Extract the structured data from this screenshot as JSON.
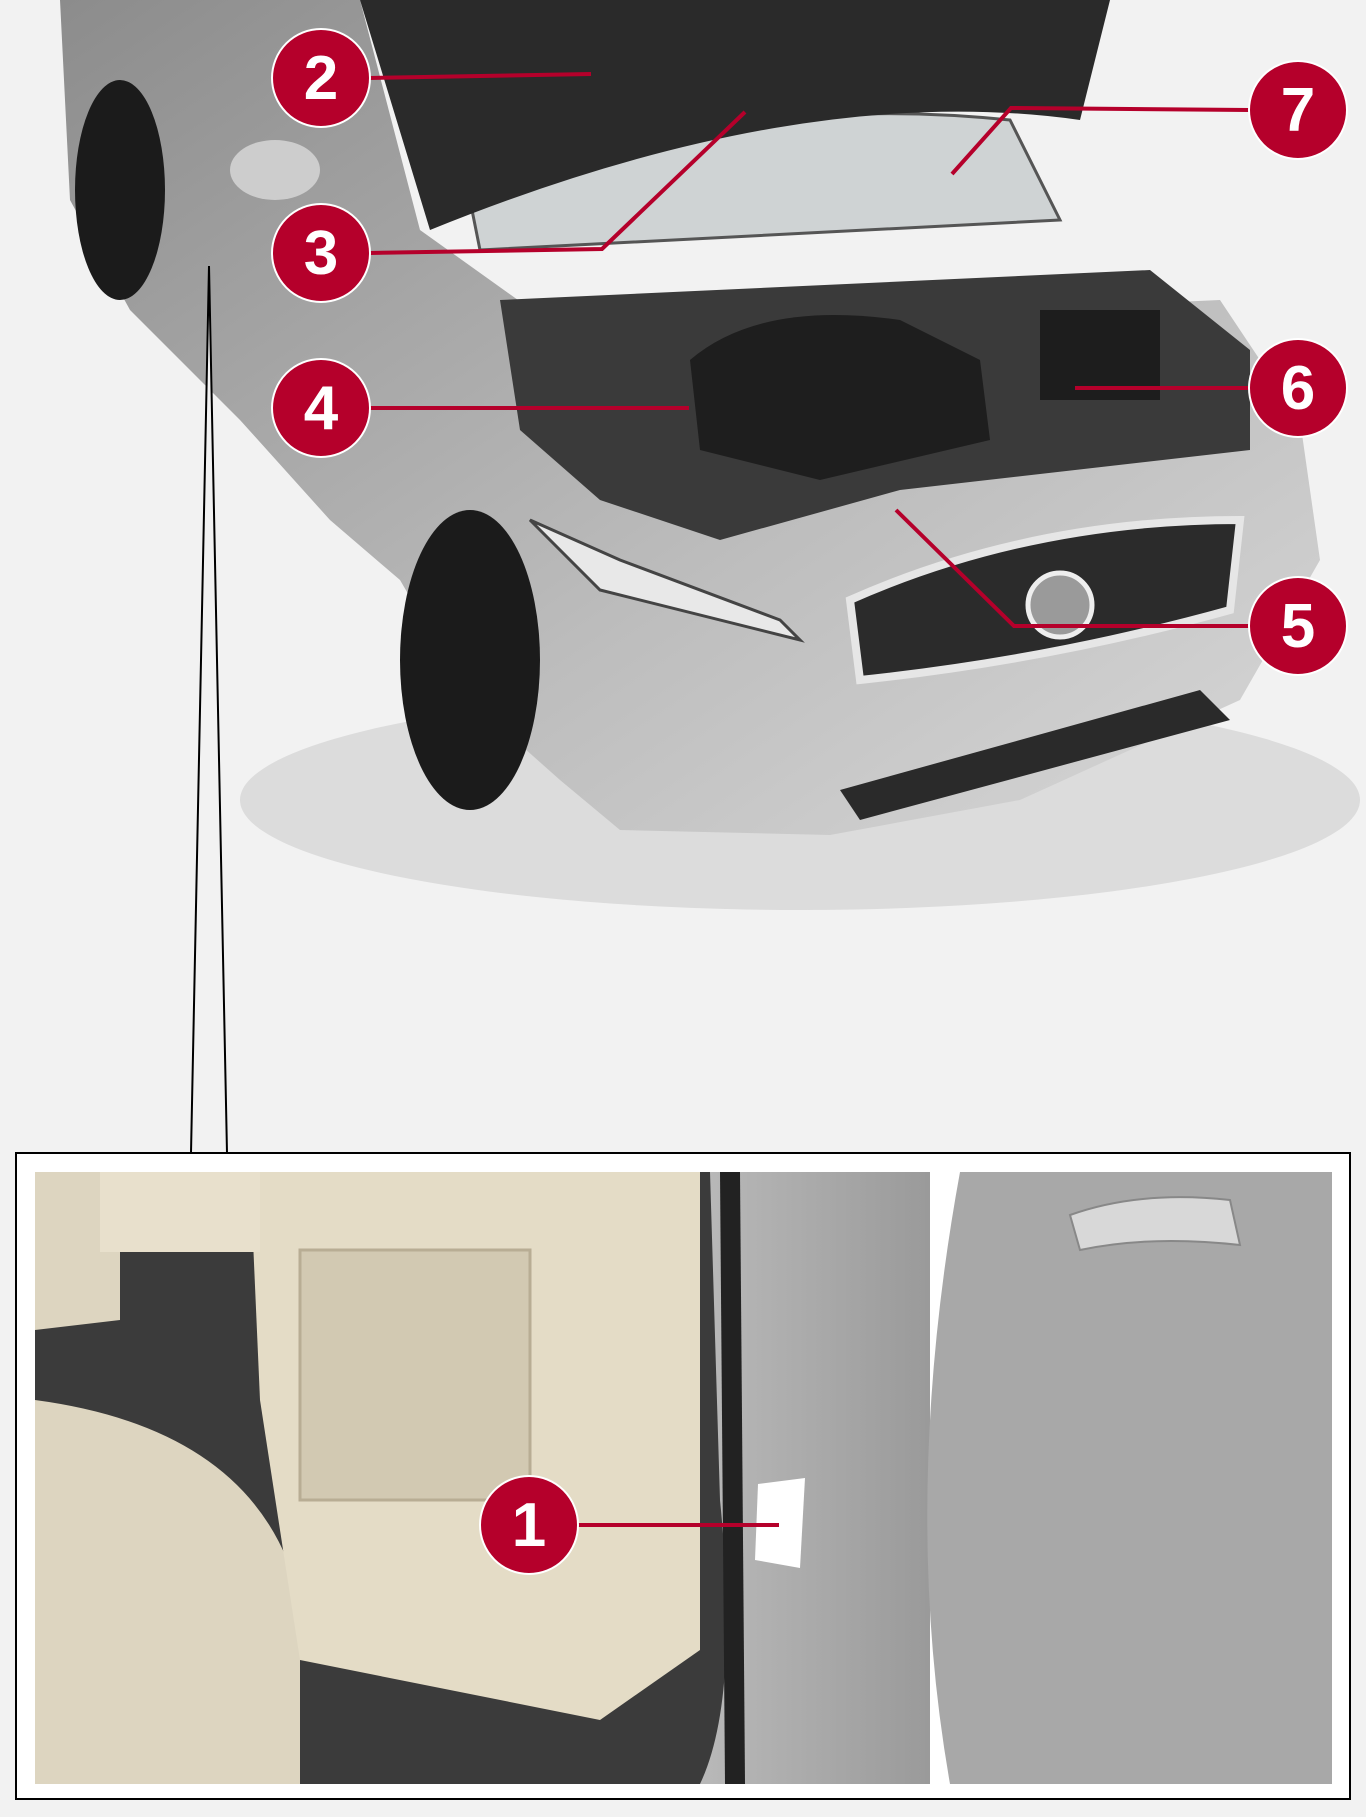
{
  "colors": {
    "callout": "#b5002b",
    "leader": "#b5002b",
    "background": "#f2f2f2"
  },
  "callouts": [
    {
      "label": "1",
      "name": "door-pillar-label"
    },
    {
      "label": "2",
      "name": "hood-underside"
    },
    {
      "label": "3",
      "name": "windshield-base"
    },
    {
      "label": "4",
      "name": "engine-left"
    },
    {
      "label": "5",
      "name": "front-crossmember"
    },
    {
      "label": "6",
      "name": "engine-right"
    },
    {
      "label": "7",
      "name": "windshield-right"
    }
  ]
}
